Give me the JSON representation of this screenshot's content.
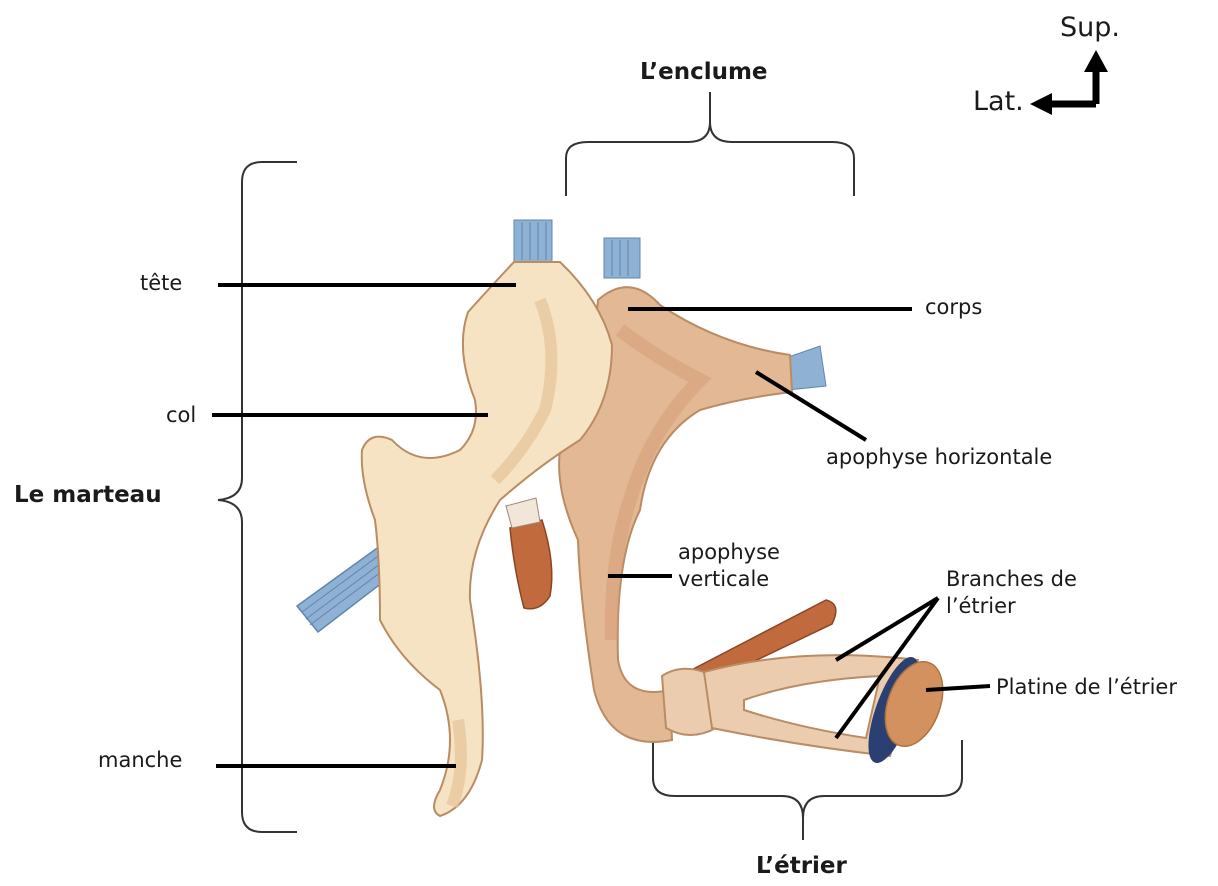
{
  "orientation": {
    "superior": "Sup.",
    "lateral": "Lat."
  },
  "groups": {
    "malleus": "Le marteau",
    "incus": "L’enclume",
    "stapes": "L’étrier"
  },
  "labels": {
    "head": "tête",
    "neck": "col",
    "handle": "manche",
    "body": "corps",
    "horizontal_process": "apophyse horizontale",
    "vertical_process": "apophyse\nverticale",
    "stapes_branches": "Branches de\nl’étrier",
    "stapes_footplate": "Platine de l’étrier"
  },
  "colors": {
    "malleus_fill": "#f5e3c4",
    "malleus_shade": "#e6c298",
    "incus_fill": "#e3b894",
    "incus_shade": "#d09a72",
    "stapes_fill": "#ecccae",
    "ligament": "#8fb1d4",
    "muscle": "#c06a3e",
    "footplate_ring": "#2c3f73",
    "footplate": "#d49160",
    "outline": "#b98c64",
    "line": "#000000"
  }
}
